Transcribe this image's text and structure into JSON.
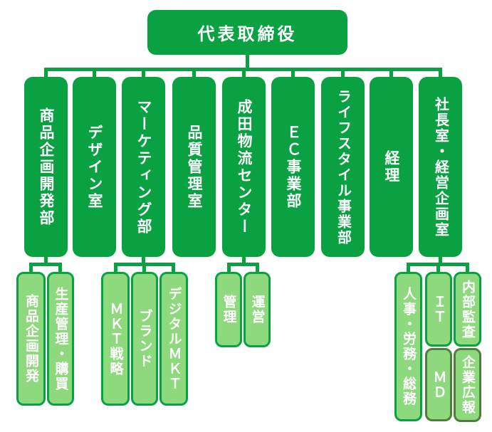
{
  "root": {
    "label": "代表取締役"
  },
  "departments": [
    {
      "label": "商品企画開発部",
      "children": [
        {
          "label": "商品企画開発"
        },
        {
          "label": "生産管理・購買"
        }
      ]
    },
    {
      "label": "デザイン室"
    },
    {
      "label": "マーケティング部",
      "children": [
        {
          "label": "ＭＫＴ戦略"
        },
        {
          "label": "ブランド"
        },
        {
          "label": "デジタルＭＫＴ"
        }
      ]
    },
    {
      "label": "品質管理室"
    },
    {
      "label": "成田物流センター",
      "children": [
        {
          "label": "管理"
        },
        {
          "label": "運営"
        }
      ]
    },
    {
      "label": "ＥＣ事業部"
    },
    {
      "label": "ライフスタイル事業部"
    },
    {
      "label": "経理"
    },
    {
      "label": "社長室・経営企画室",
      "children": [
        {
          "label": "人事・労務・総務"
        },
        {
          "label": "ＩＴ"
        },
        {
          "label": "ＭＤ"
        },
        {
          "label": "内部監査"
        },
        {
          "label": "企業広報"
        }
      ]
    }
  ],
  "colors": {
    "node_green": "#0aa143",
    "subnode_fill": "#8ed87d",
    "subnode_alt_border": "#4e7d3c",
    "text": "#ffffff",
    "background": "#ffffff"
  }
}
